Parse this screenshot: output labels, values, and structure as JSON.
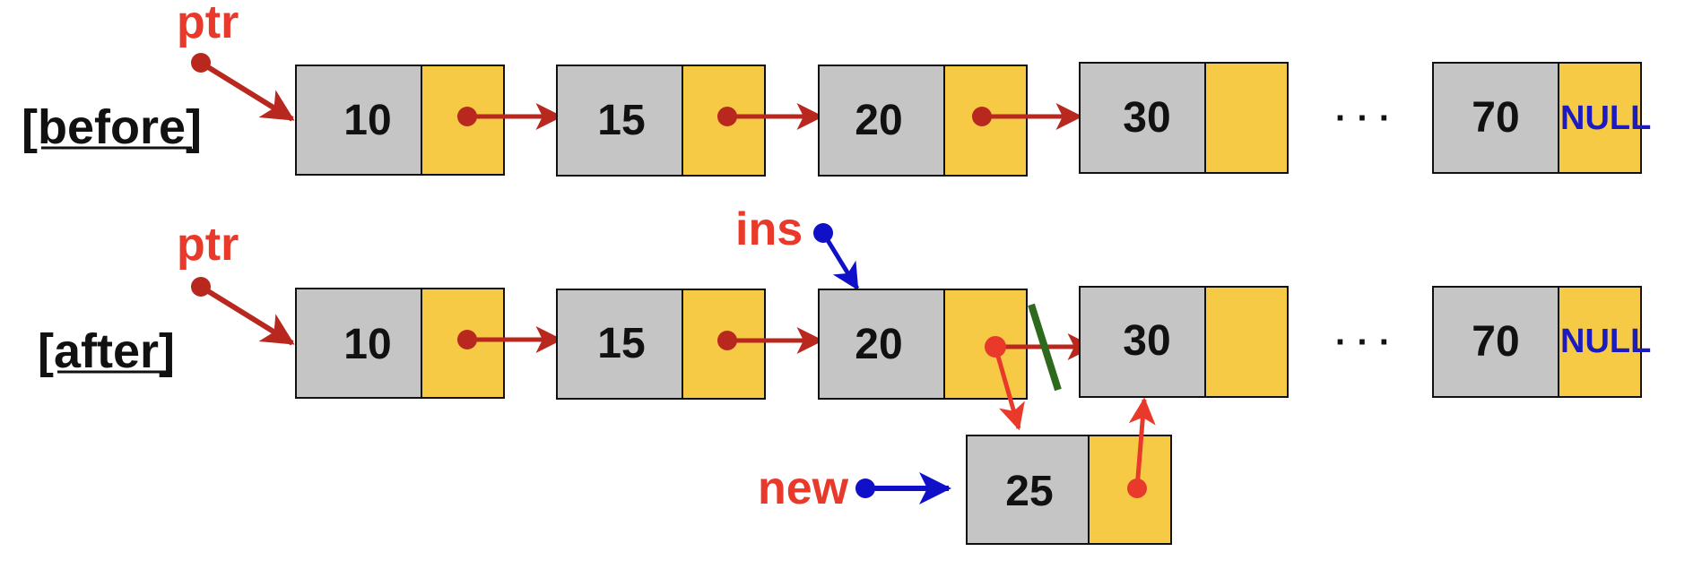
{
  "rows": {
    "before": {
      "label": "[before]"
    },
    "after": {
      "label": "[after]"
    }
  },
  "pointers": {
    "ptr_before": "ptr",
    "ptr_after": "ptr",
    "ins": "ins",
    "new": "new"
  },
  "nodes": {
    "before": [
      "10",
      "15",
      "20",
      "30",
      "70"
    ],
    "after": [
      "10",
      "15",
      "20",
      "30",
      "70"
    ],
    "new_node": "25"
  },
  "ellipsis": "· · ·",
  "null_text": "NULL",
  "colors": {
    "data_cell": "#c5c5c5",
    "link_cell": "#f6ca45",
    "pointer_red": "#e8392b",
    "arrow_red": "#b8281f",
    "ins_blue": "#1010c8",
    "null_blue": "#1b1bbf",
    "cut_green": "#2e6a1e"
  }
}
